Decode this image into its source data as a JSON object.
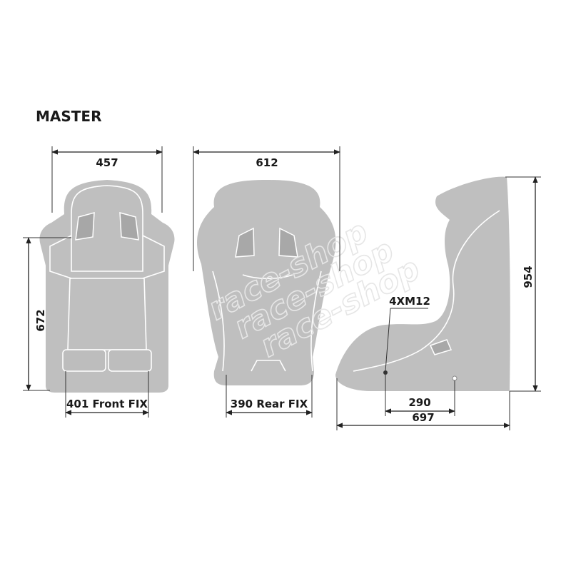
{
  "title": "MASTER",
  "watermark": "race-shop",
  "dimensions": {
    "front_width": "457",
    "rear_width": "612",
    "front_height": "672",
    "side_height": "954",
    "front_fix": "401 Front FIX",
    "rear_fix": "390 Rear FIX",
    "bolt_spec": "4XM12",
    "side_fix": "290",
    "side_depth": "697"
  },
  "colors": {
    "seat_fill": "#bfbfbf",
    "seam": "#ffffff",
    "dimension_line": "#222222"
  }
}
